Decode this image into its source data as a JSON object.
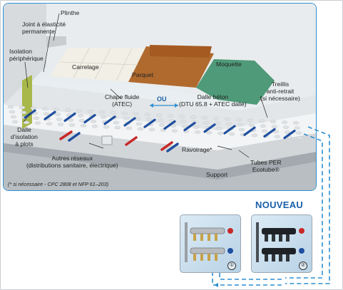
{
  "labels": {
    "plinthe": "Plinthe",
    "joint": [
      "Joint à élasticité",
      "permanente"
    ],
    "isolation": [
      "Isolation",
      "périphérique"
    ],
    "carrelage": "Carrelage",
    "parquet": "Parquet",
    "moquette": "Moquette",
    "chape": [
      "Chape fluide",
      "(ATEC)"
    ],
    "ou": "OU",
    "dalle_beton": [
      "Dalle béton",
      "(DTU 65.8 + ATEC dalle)"
    ],
    "treillis": [
      "Treillis",
      "anti-retrait",
      "(si nécessaire)"
    ],
    "dalle_isolation": [
      "Dalle",
      "d'isolation",
      "à plots"
    ],
    "autres_reseaux": [
      "Autres réseaux",
      "(distributions sanitaire, électrique)"
    ],
    "ravoirage": "Ravoirage*",
    "tubes": [
      "Tubes PER",
      "Ecotube®"
    ],
    "support": "Support"
  },
  "footnote": "(* si nécessaire - CPC 2808 et NFP 61–203)",
  "nouveau": "NOUVEAU",
  "photos": [
    {
      "number": "①"
    },
    {
      "number": "②"
    }
  ],
  "colors": {
    "accent": "#2d8fd0",
    "nouveau": "#1a5fa8",
    "tube": "#1f4fa0",
    "parquet": "#b06a2e",
    "moquette": "#4f9a78"
  }
}
